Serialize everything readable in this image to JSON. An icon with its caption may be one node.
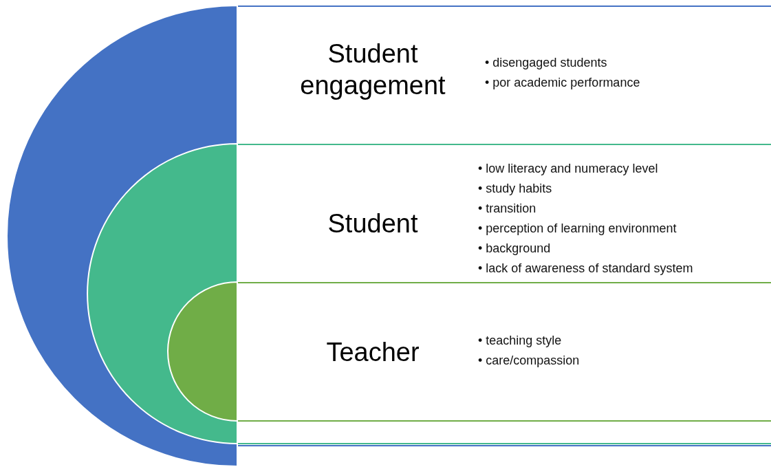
{
  "diagram": {
    "nodes": [
      {
        "text": [
          "Student engagement",
          "• disengaged students",
          "• por academic performance"
        ]
      },
      {
        "text": [
          "Student",
          "• low literacy and numeracy level",
          "• study habits",
          "• transition",
          "• perception of learning environment",
          "• background",
          "• lack of awareness of standard system"
        ],
        "in": 0
      },
      {
        "text": [
          "Teacher",
          "• teaching style",
          "• care/compassion"
        ],
        "in": 1
      }
    ]
  }
}
